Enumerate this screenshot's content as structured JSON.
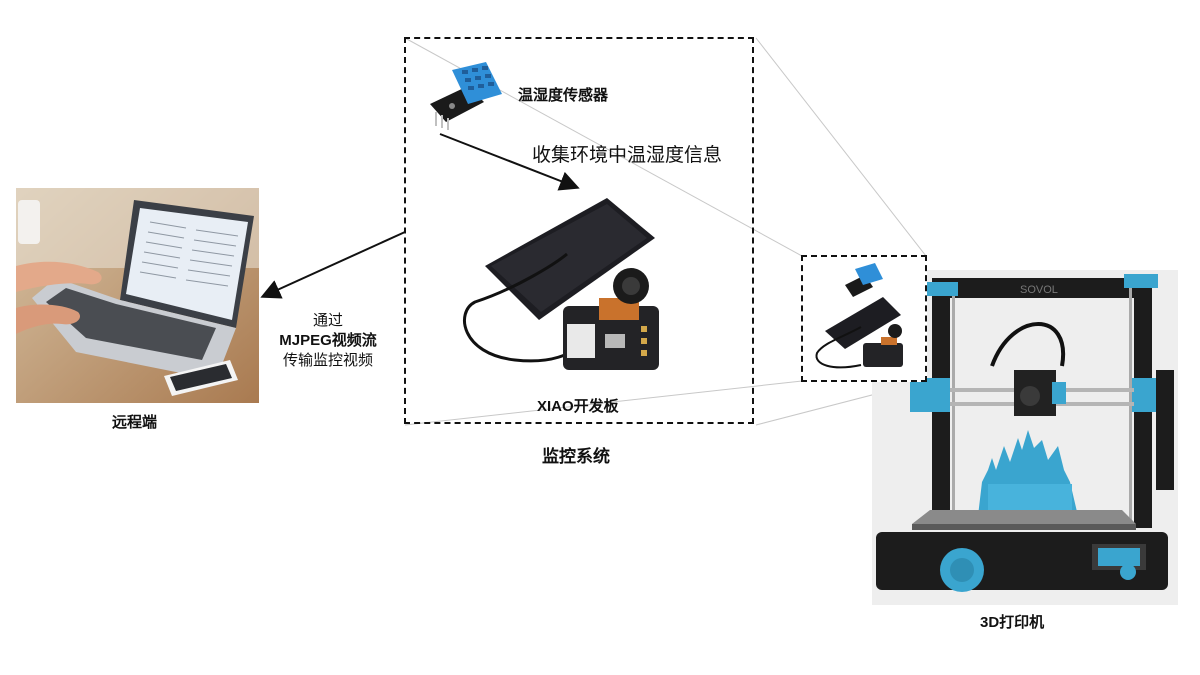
{
  "labels": {
    "sensor": "温湿度传感器",
    "collect": "收集环境中温湿度信息",
    "board": "XIAO开发板",
    "monitor_system": "监控系统",
    "remote": "远程端",
    "printer": "3D打印机",
    "transmit_line1": "通过",
    "transmit_line2": "MJPEG视频流",
    "transmit_line3": "传输监控视频"
  },
  "printer_brand": "SOVOL",
  "colors": {
    "accent": "#3aa5cf",
    "frame": "#1c1c1c",
    "dashed": "#111111",
    "guide": "#c8c8c8",
    "antenna": "#1d1d22",
    "sensor_blue": "#2f8fd8"
  }
}
